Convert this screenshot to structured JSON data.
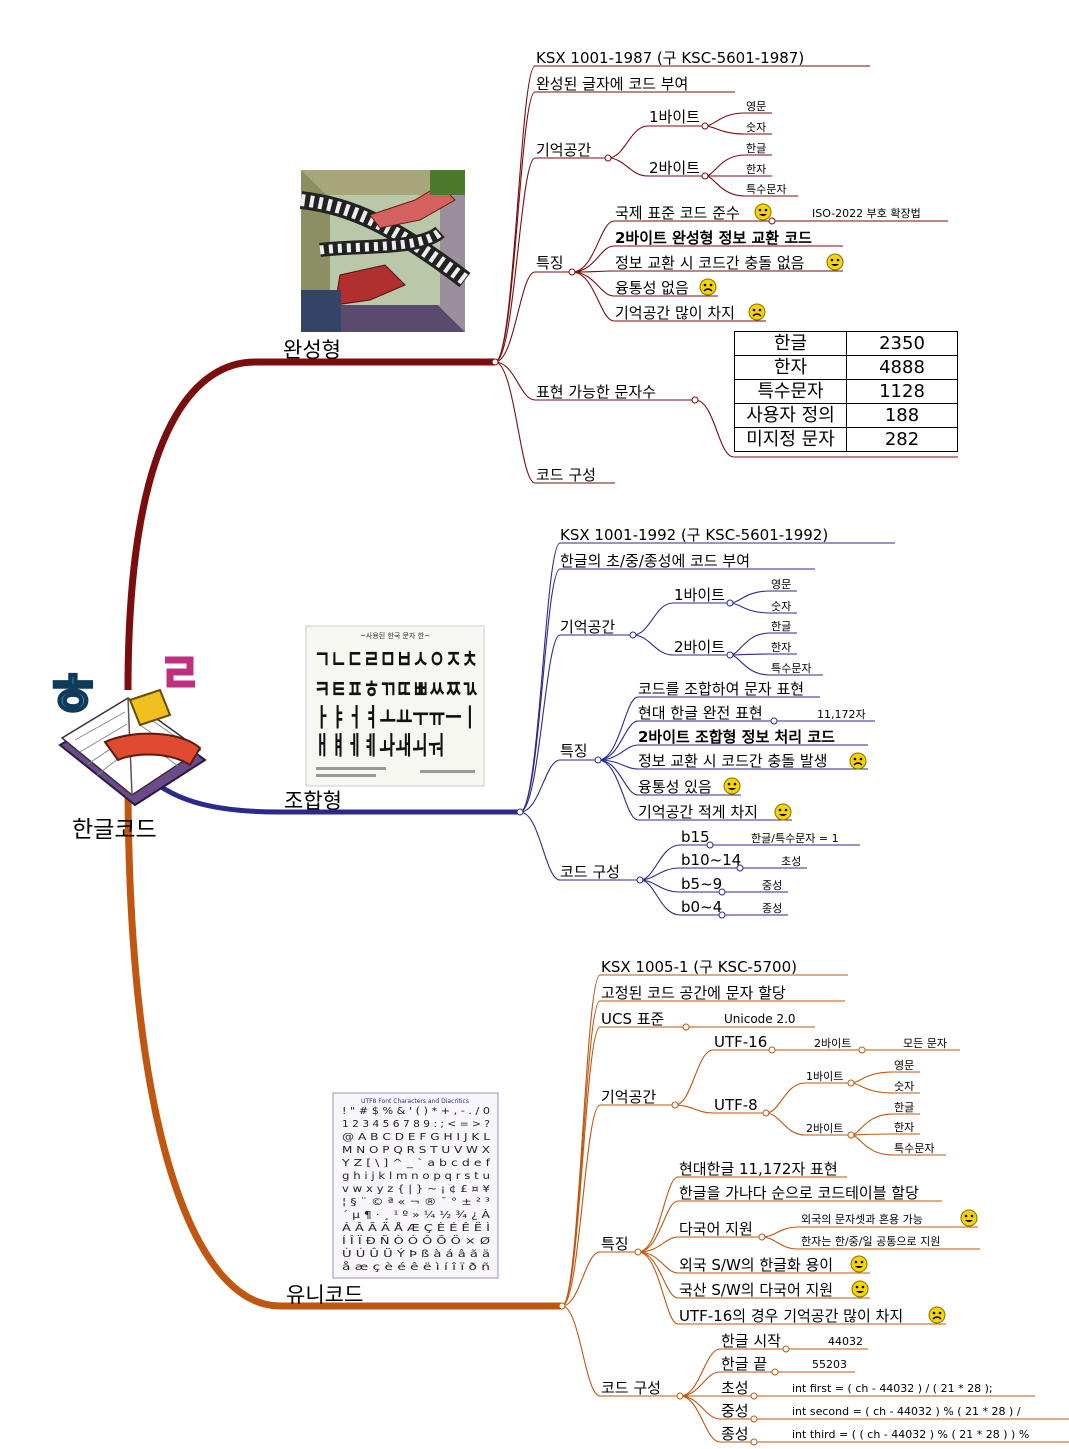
{
  "root": {
    "label": "한글코드"
  },
  "branches": {
    "complete": {
      "label": "완성형",
      "color": "#7a0d0d",
      "items": {
        "std": "KSX 1001-1987 (구 KSC-5601-1987)",
        "desc": "완성된 글자에 코드 부여",
        "memory": "기억공간",
        "byte1": "1바이트",
        "b1a": "영문",
        "b1b": "숫자",
        "byte2": "2바이트",
        "b2a": "한글",
        "b2b": "한자",
        "b2c": "특수문자",
        "feature": "특징",
        "f1": "국제 표준 코드 준수",
        "f1note": "ISO-2022 부호 확장법",
        "f2": "2바이트 완성형 정보 교환 코드",
        "f3": "정보 교환 시 코드간 충돌 없음",
        "f4": "융통성 없음",
        "f5": "기억공간 많이 차지",
        "count": "표현 가능한 문자수",
        "code": "코드 구성",
        "table": [
          [
            "한글",
            "2350"
          ],
          [
            "한자",
            "4888"
          ],
          [
            "특수문자",
            "1128"
          ],
          [
            "사용자 정의",
            "188"
          ],
          [
            "미지정 문자",
            "282"
          ]
        ]
      }
    },
    "combination": {
      "label": "조합형",
      "color": "#2a2a8c",
      "items": {
        "std": "KSX 1001-1992 (구 KSC-5601-1992)",
        "desc": "한글의 초/중/종성에 코드 부여",
        "memory": "기억공간",
        "byte1": "1바이트",
        "b1a": "영문",
        "b1b": "숫자",
        "byte2": "2바이트",
        "b2a": "한글",
        "b2b": "한자",
        "b2c": "특수문자",
        "feature": "특징",
        "f1": "코드를 조합하여 문자 표현",
        "f2": "현대 한글 완전 표현",
        "f2note": "11,172자",
        "f3": "2바이트 조합형 정보 처리 코드",
        "f4": "정보 교환 시 코드간 충돌 발생",
        "f5": "융통성 있음",
        "f6": "기억공간 적게 차지",
        "code": "코드 구성",
        "c1": "b15",
        "c1note": "한글/특수문자 = 1",
        "c2": "b10~14",
        "c2note": "초성",
        "c3": "b5~9",
        "c3note": "중성",
        "c4": "b0~4",
        "c4note": "종성",
        "imageTitle": "~사용된 한국 문자 한~",
        "imageRows": [
          "ㄱㄴㄷㄹㅁㅂㅅㅇㅈㅊ",
          "ㅋㅌㅍㅎㄲㄸㅃㅆㅉㄳ",
          "ㅏㅑㅓㅕㅗㅛㅜㅠㅡㅣ",
          "ㅐㅒㅔㅖㅘㅙㅚㅝ"
        ]
      }
    },
    "unicode": {
      "label": "유니코드",
      "color": "#c0560f",
      "items": {
        "std": "KSX 1005-1 (구 KSC-5700)",
        "desc": "고정된 코드 공간에 문자 할당",
        "ucs": "UCS 표준",
        "ucsnote": "Unicode 2.0",
        "memory": "기억공간",
        "utf16": "UTF-16",
        "utf16b": "2바이트",
        "utf16c": "모든 문자",
        "utf8": "UTF-8",
        "u8b1": "1바이트",
        "u8b1a": "영문",
        "u8b1b": "숫자",
        "u8b2": "2바이트",
        "u8b2a": "한글",
        "u8b2b": "한자",
        "u8b2c": "특수문자",
        "feature": "특징",
        "f1": "현대한글 11,172자 표현",
        "f2": "한글을 가나다 순으로 코드테이블 할당",
        "f3": "다국어 지원",
        "f3a": "외국의 문자셋과 혼용 가능",
        "f3b": "한자는 한/중/일 공통으로 지원",
        "f4": "외국 S/W의 한글화 용이",
        "f5": "국산 S/W의 다국어 지원",
        "f6": "UTF-16의 경우 기억공간 많이 차지",
        "code": "코드 구성",
        "k1": "한글 시작",
        "k1v": "44032",
        "k2": "한글 끝",
        "k2v": "55203",
        "k3": "초성",
        "k3v": "int first = ( ch - 44032 ) / ( 21 * 28 );",
        "k4": "중성",
        "k4v": "int second = ( ch - 44032 ) % ( 21 * 28 ) /",
        "k5": "종성",
        "k5v": "int third = ( ( ch - 44032 ) % ( 21 * 28 ) ) %",
        "imageTitle": "UTF8 Font Characters and Diacritics"
      }
    }
  }
}
